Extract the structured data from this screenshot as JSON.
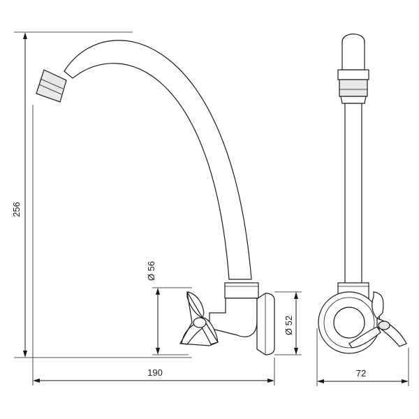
{
  "dimensions": {
    "height": "256",
    "width": "190",
    "depth": "72",
    "handle_diameter": "Ø 56",
    "flange_diameter": "Ø 52"
  },
  "colors": {
    "line": "#1a1a1a",
    "background": "#ffffff"
  }
}
